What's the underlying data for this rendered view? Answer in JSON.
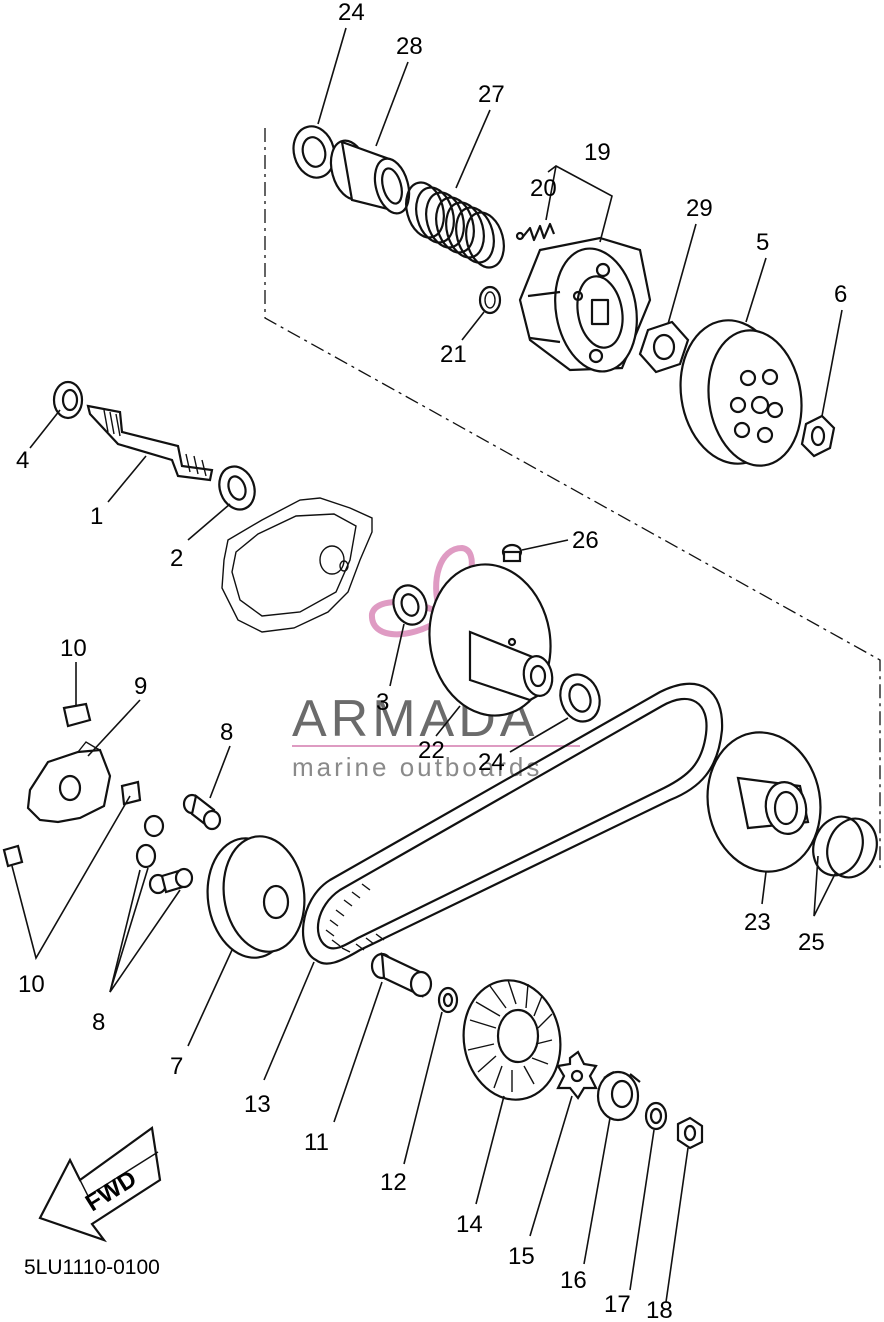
{
  "diagram": {
    "drawing_code": "5LU1110-0100",
    "direction_label": "FWD",
    "callouts": [
      {
        "id": "c24a",
        "text": "24"
      },
      {
        "id": "c28",
        "text": "28"
      },
      {
        "id": "c27",
        "text": "27"
      },
      {
        "id": "c19",
        "text": "19"
      },
      {
        "id": "c20",
        "text": "20"
      },
      {
        "id": "c29",
        "text": "29"
      },
      {
        "id": "c5",
        "text": "5"
      },
      {
        "id": "c6",
        "text": "6"
      },
      {
        "id": "c21",
        "text": "21"
      },
      {
        "id": "c4",
        "text": "4"
      },
      {
        "id": "c1",
        "text": "1"
      },
      {
        "id": "c2",
        "text": "2"
      },
      {
        "id": "c26",
        "text": "26"
      },
      {
        "id": "c10a",
        "text": "10"
      },
      {
        "id": "c9",
        "text": "9"
      },
      {
        "id": "c8a",
        "text": "8"
      },
      {
        "id": "c3",
        "text": "3"
      },
      {
        "id": "c22",
        "text": "22"
      },
      {
        "id": "c24b",
        "text": "24"
      },
      {
        "id": "c10b",
        "text": "10"
      },
      {
        "id": "c8b",
        "text": "8"
      },
      {
        "id": "c23",
        "text": "23"
      },
      {
        "id": "c25",
        "text": "25"
      },
      {
        "id": "c7",
        "text": "7"
      },
      {
        "id": "c13",
        "text": "13"
      },
      {
        "id": "c11",
        "text": "11"
      },
      {
        "id": "c12",
        "text": "12"
      },
      {
        "id": "c14",
        "text": "14"
      },
      {
        "id": "c15",
        "text": "15"
      },
      {
        "id": "c16",
        "text": "16"
      },
      {
        "id": "c17",
        "text": "17"
      },
      {
        "id": "c18",
        "text": "18"
      }
    ]
  },
  "watermark": {
    "brand": "ARMADA",
    "tagline": "marine outboards",
    "accent_color": "#d98ab8"
  }
}
